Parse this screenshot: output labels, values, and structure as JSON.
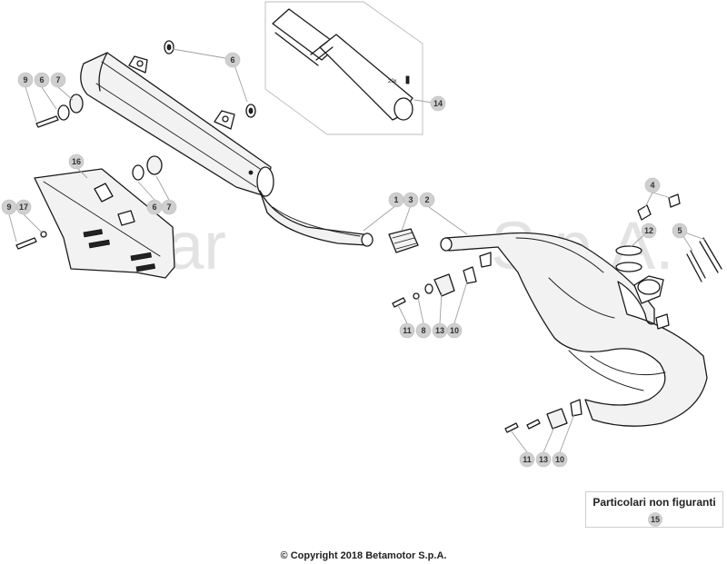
{
  "watermark": "Betamotor S.p.A.",
  "watermark_left": "Betar",
  "watermark_right": "S.p.A.",
  "insert_label": "20x",
  "note_box": {
    "title": "Particolari non figuranti",
    "callout": "15"
  },
  "copyright": "© Copyright 2018 Betamotor S.p.A.",
  "callouts": {
    "c1": "1",
    "c2": "2",
    "c3": "3",
    "c4": "4",
    "c5": "5",
    "c6a": "6",
    "c6b": "6",
    "c6c": "6",
    "c7a": "7",
    "c7b": "7",
    "c8": "8",
    "c9a": "9",
    "c9b": "9",
    "c10a": "10",
    "c10b": "10",
    "c11a": "11",
    "c11b": "11",
    "c12": "12",
    "c13a": "13",
    "c13b": "13",
    "c14": "14",
    "c16": "16",
    "c17": "17"
  },
  "colors": {
    "callout_fill": "#cfcfcf",
    "line": "#1a1a1a",
    "watermark": "#e3e3e3"
  }
}
